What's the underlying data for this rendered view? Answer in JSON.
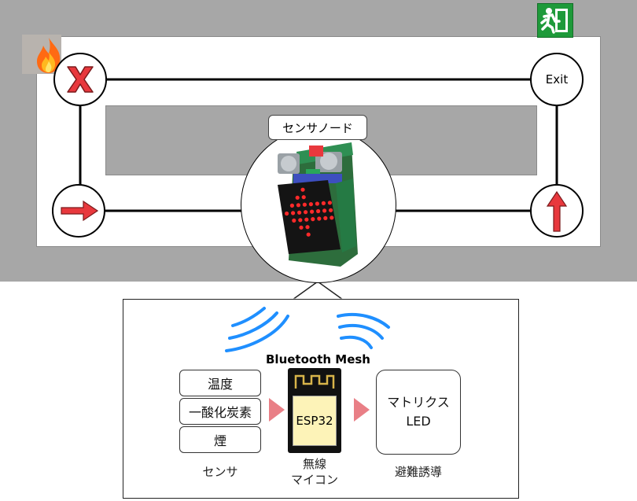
{
  "floorplan": {
    "exit_node_label": "Exit",
    "sensor_node_label": "センサノード"
  },
  "callout": {
    "network_label": "Bluetooth Mesh",
    "sensors": [
      "温度",
      "一酸化炭素",
      "煙"
    ],
    "sensors_caption": "センサ",
    "mcu_chip_label": "ESP32",
    "mcu_caption_line1": "無線",
    "mcu_caption_line2": "マイコン",
    "led_line1": "マトリクス",
    "led_line2": "LED",
    "led_caption": "避難誘導"
  },
  "colors": {
    "wall": "#a7a7a7",
    "arrow": "#e8383d",
    "signal": "#1f8fff",
    "exit_sign": "#1e9a3a",
    "chip": "#fdf3b8",
    "pointer_arrow": "#e97f86"
  },
  "icons": [
    "fire-icon",
    "exit-sign-icon",
    "x-icon",
    "right-arrow-icon",
    "up-arrow-icon",
    "bluetooth-wave-icon",
    "led-matrix-icon"
  ]
}
